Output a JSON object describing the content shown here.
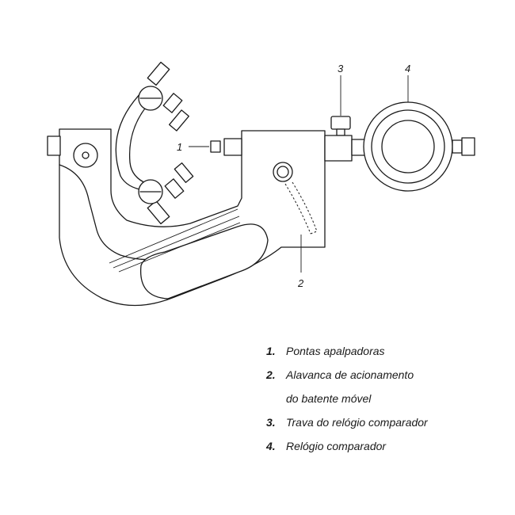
{
  "callouts": [
    "1",
    "2",
    "3",
    "4"
  ],
  "legend": [
    {
      "num": "1.",
      "lines": [
        "Pontas apalpadoras"
      ]
    },
    {
      "num": "2.",
      "lines": [
        "Alavanca de acionamento",
        "do batente móvel"
      ]
    },
    {
      "num": "3.",
      "lines": [
        "Trava do relógio comparador"
      ]
    },
    {
      "num": "4.",
      "lines": [
        "Relógio comparador"
      ]
    }
  ]
}
